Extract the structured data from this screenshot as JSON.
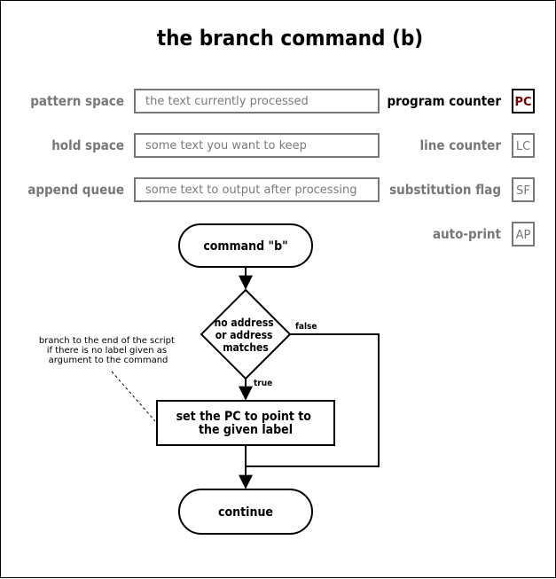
{
  "title": "the branch command (b)",
  "registers": [
    {
      "label": "pattern space",
      "value": "the text currently processed"
    },
    {
      "label": "hold space",
      "value": "some text you want to keep"
    },
    {
      "label": "append queue",
      "value": "some text to output after processing"
    }
  ],
  "flags": [
    {
      "label": "program counter",
      "code": "PC",
      "active": true
    },
    {
      "label": "line counter",
      "code": "LC",
      "active": false
    },
    {
      "label": "substitution flag",
      "code": "SF",
      "active": false
    },
    {
      "label": "auto-print",
      "code": "AP",
      "active": false
    }
  ],
  "flow": {
    "start": "command \"b\"",
    "decision": [
      "no address",
      "or address",
      "matches"
    ],
    "action": [
      "set the PC to point to",
      "the given label"
    ],
    "end": "continue",
    "false_label": "false",
    "true_label": "true",
    "note": [
      "branch to the end of the script",
      "if there is no label given as",
      "argument to the command"
    ]
  },
  "colors": {
    "active_flag": "#6b0000",
    "inactive": "#777777"
  }
}
